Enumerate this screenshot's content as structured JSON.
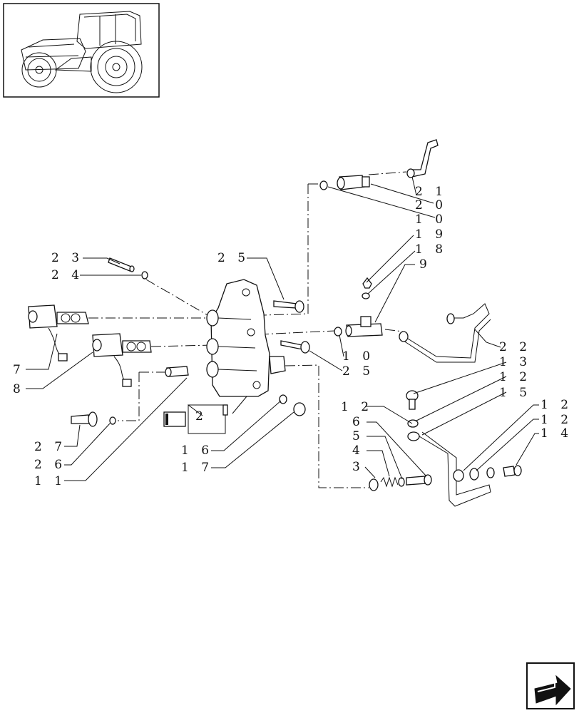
{
  "callouts": {
    "c21": "2 1",
    "c20": "2 0",
    "c10a": "1 0",
    "c19": "1 9",
    "c18": "1 8",
    "c9": "9",
    "c23": "2 3",
    "c24": "2 4",
    "c25a": "2 5",
    "c7": "7",
    "c8": "8",
    "c10b": "1 0",
    "c25b": "2 5",
    "c22": "2 2",
    "c13": "1 3",
    "c12a": "1 2",
    "c15": "1 5",
    "c12b": "1 2",
    "c12c": "1 2",
    "c12d": "1 2",
    "c14": "1 4",
    "c6": "6",
    "c5": "5",
    "c4": "4",
    "c3": "3",
    "c2": "2",
    "c27": "2 7",
    "c26": "2 6",
    "c11": "1 1",
    "c16": "1 6",
    "c17": "1 7"
  },
  "icons": {
    "thumbnail": "tractor-thumbnail",
    "kit_box": "kit-box-icon",
    "nav": "next-page-arrow-icon"
  }
}
